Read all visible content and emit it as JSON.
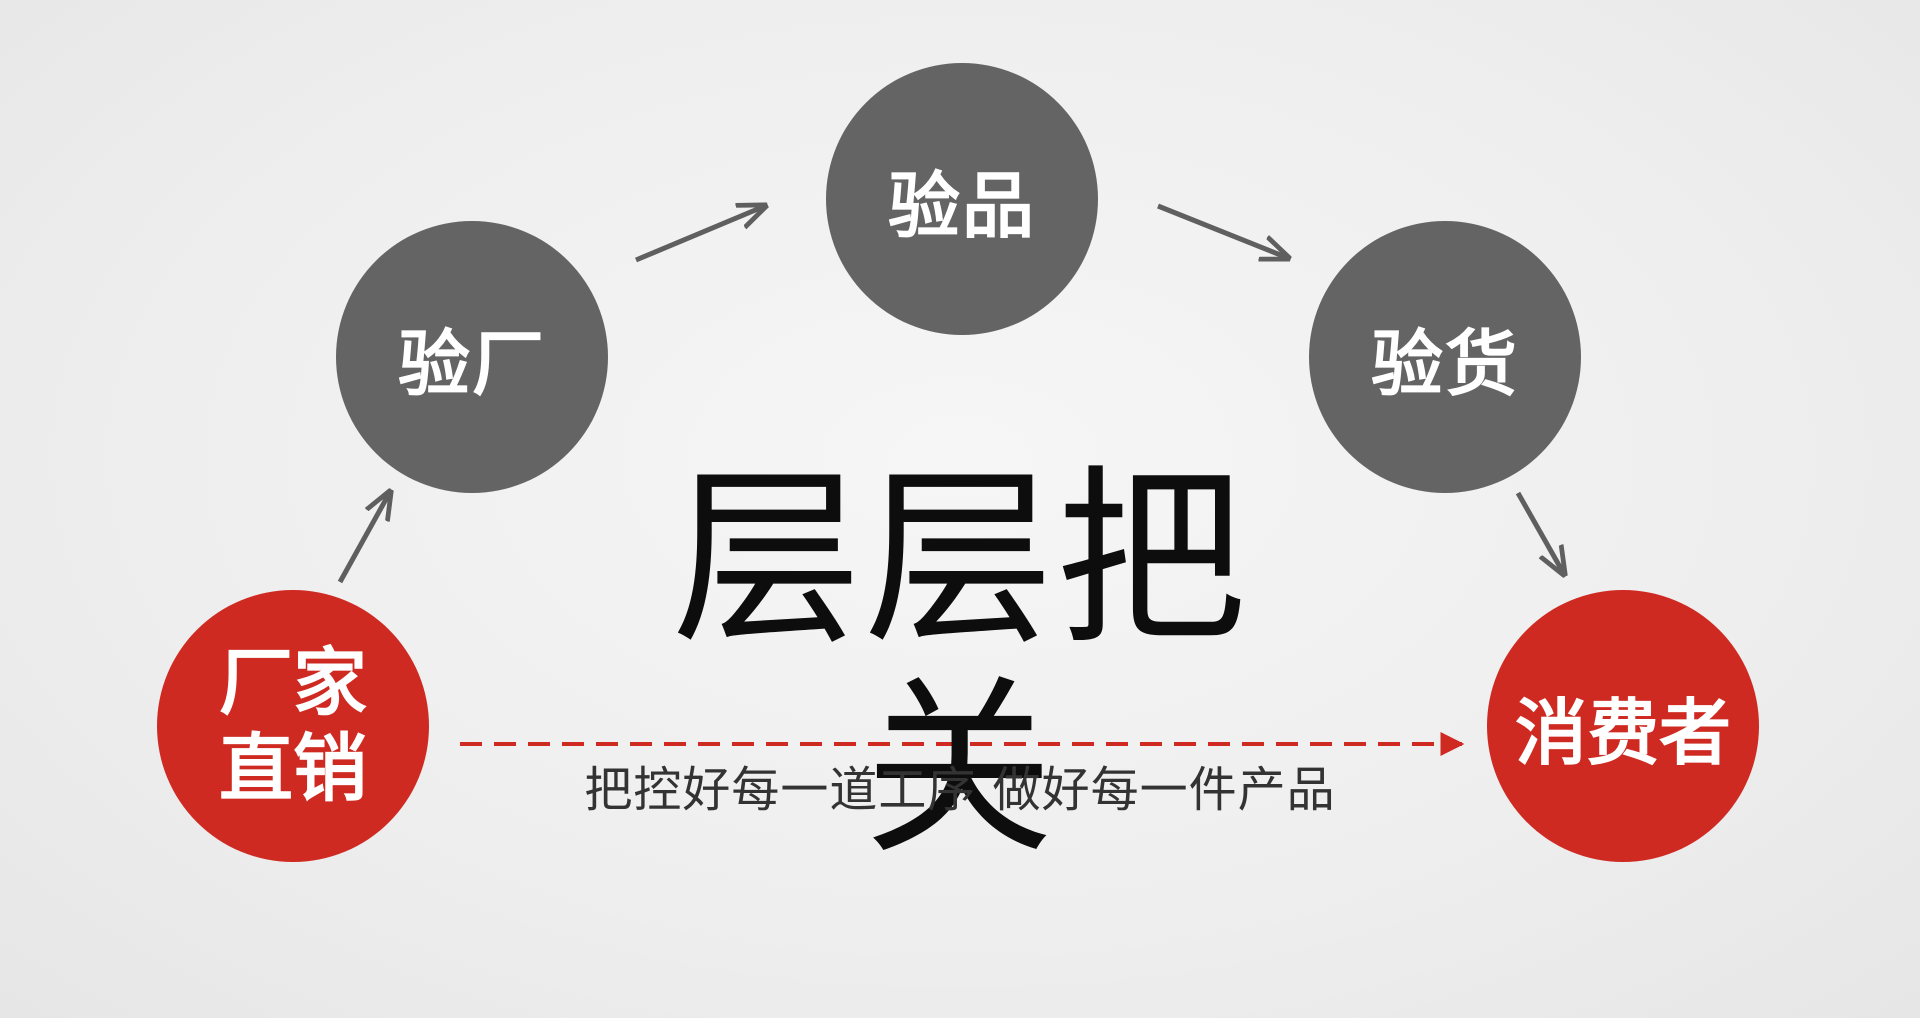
{
  "diagram": {
    "headline": "层层把关",
    "caption": "把控好每一道工序  做好每一件产品",
    "nodes": {
      "direct": {
        "line1": "厂家",
        "line2": "直销"
      },
      "factory": "验厂",
      "product": "验品",
      "goods": "验货",
      "consumer": "消费者"
    }
  },
  "colors": {
    "gray_node": "#646464",
    "red_node": "#cf2a22",
    "arrow": "#5f5f5f",
    "dashed_arrow": "#cf2a22"
  }
}
